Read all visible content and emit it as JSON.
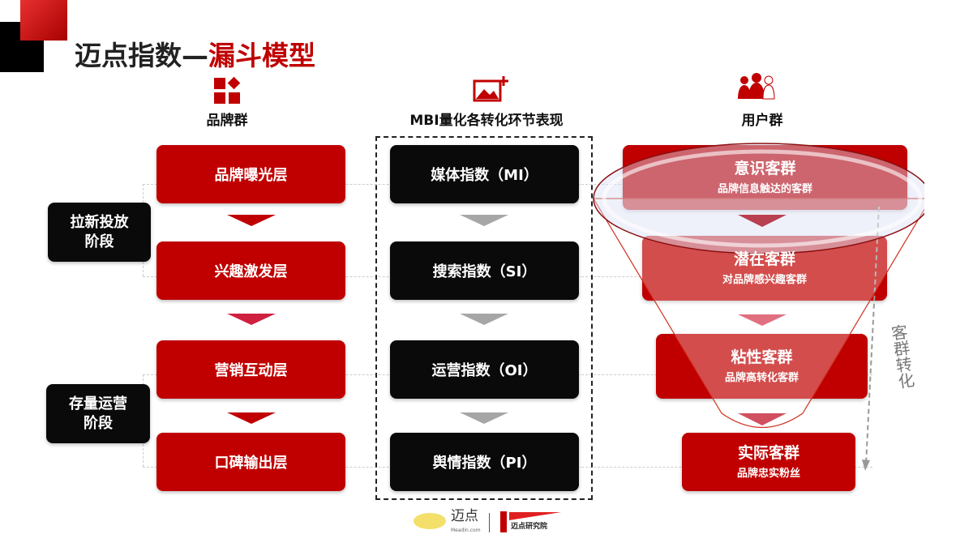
{
  "title": {
    "black": "迈点指数—",
    "red": "漏斗模型"
  },
  "columns": {
    "brand": "品牌群",
    "mbi": "MBI量化各转化环节表现",
    "user": "用户群"
  },
  "stages": [
    "拉新投放\n阶段",
    "存量运营\n阶段"
  ],
  "stage_lines": [
    [
      "拉新投放",
      "阶段"
    ],
    [
      "存量运营",
      "阶段"
    ]
  ],
  "brand_layers": [
    "品牌曝光层",
    "兴趣激发层",
    "营销互动层",
    "口碑输出层"
  ],
  "indices": [
    "媒体指数（MI）",
    "搜索指数（SI）",
    "运营指数（OI）",
    "舆情指数（PI）"
  ],
  "user_groups": [
    {
      "name": "意识客群",
      "desc": "品牌信息触达的客群"
    },
    {
      "name": "潜在客群",
      "desc": "对品牌感兴趣客群"
    },
    {
      "name": "粘性客群",
      "desc": "品牌高转化客群"
    },
    {
      "name": "实际客群",
      "desc": "品牌忠实粉丝"
    }
  ],
  "conversion_label": "客群转化",
  "footer": {
    "logo1": "迈点",
    "logo1_sub": "Meadin.com",
    "logo2": "迈点研究院"
  },
  "colors": {
    "red": "#c00000",
    "black": "#0a0a0a"
  }
}
